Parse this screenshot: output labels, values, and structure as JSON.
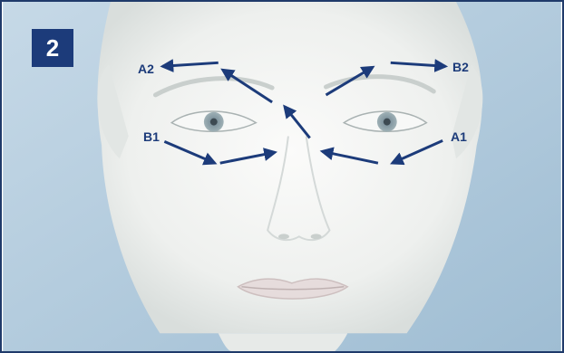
{
  "step_number": "2",
  "labels": {
    "a1": "A1",
    "a2": "A2",
    "b1": "B1",
    "b2": "B2"
  },
  "colors": {
    "accent": "#1c3b7a",
    "background_blue": "#b9d0e0",
    "frame_border": "#1f3a6a"
  }
}
